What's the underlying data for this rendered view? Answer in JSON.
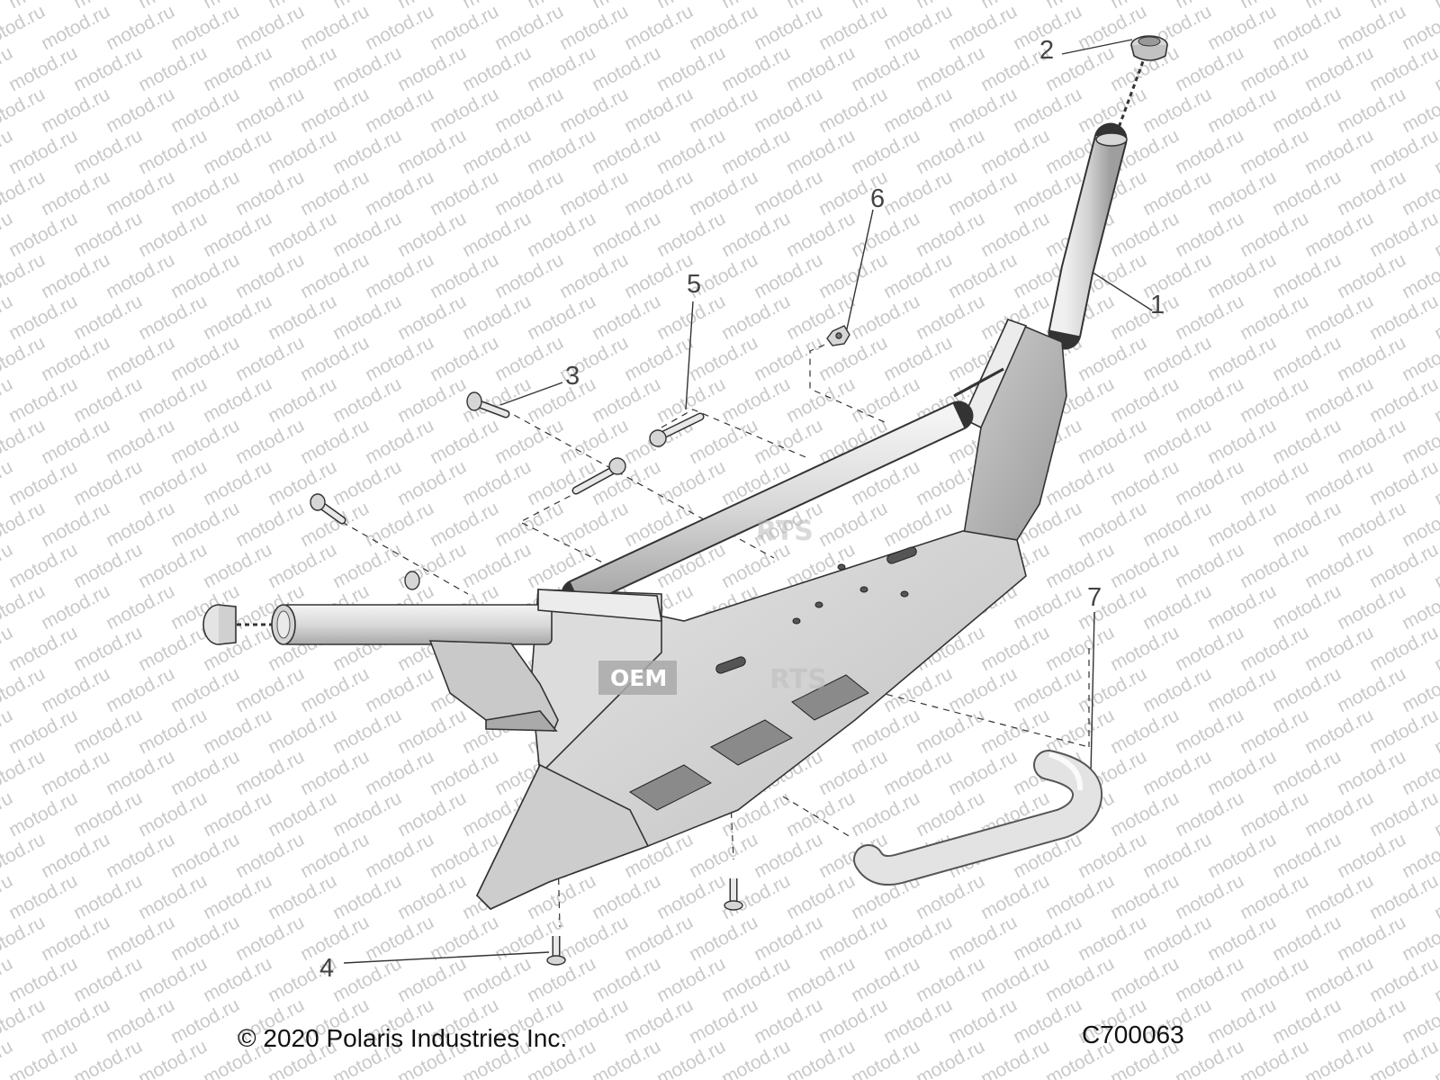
{
  "watermark": {
    "text": "motod.ru"
  },
  "overlay": {
    "brand_badge": "OEM",
    "brand_ghost_1": "RTS",
    "brand_ghost_2": "RTS"
  },
  "callouts": [
    {
      "id": "1",
      "part": "main-tube-frame"
    },
    {
      "id": "2",
      "part": "end-cap-top"
    },
    {
      "id": "3",
      "part": "bolt-upper-left"
    },
    {
      "id": "4",
      "part": "bolt-bottom"
    },
    {
      "id": "5",
      "part": "bolt-upper-center"
    },
    {
      "id": "6",
      "part": "nut"
    },
    {
      "id": "7",
      "part": "lower-tube-bumper"
    }
  ],
  "footer": {
    "copyright": "© 2020 Polaris Industries Inc.",
    "drawing_id": "C700063"
  }
}
